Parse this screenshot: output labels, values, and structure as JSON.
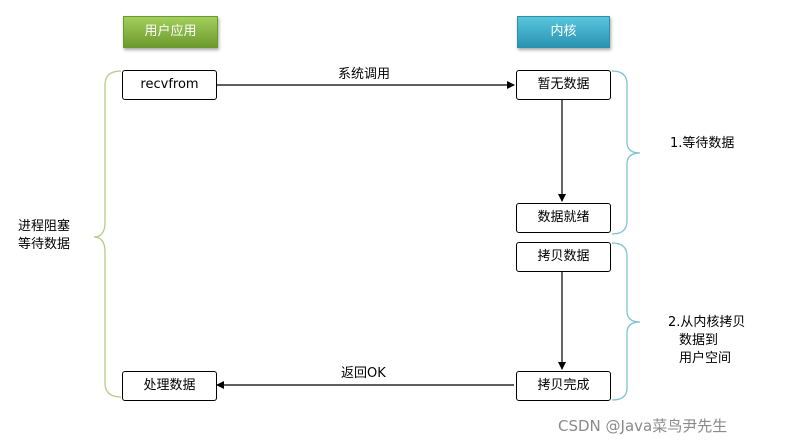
{
  "headers": {
    "user_app": "用户应用",
    "kernel": "内核"
  },
  "boxes": {
    "recvfrom": "recvfrom",
    "no_data": "暂无数据",
    "data_ready": "数据就绪",
    "copy_data": "拷贝数据",
    "copy_done": "拷贝完成",
    "process_data": "处理数据"
  },
  "labels": {
    "syscall": "系统调用",
    "return_ok": "返回OK",
    "blocked_line1": "进程阻塞",
    "blocked_line2": "等待数据",
    "phase1": "1.等待数据",
    "phase2_line1": "2.从内核拷贝",
    "phase2_line2": "数据到",
    "phase2_line3": "用户空间"
  },
  "watermark": "CSDN @Java菜鸟尹先生",
  "colors": {
    "user_header": "#8cbd47",
    "kernel_header": "#3fb0cc",
    "left_brace": "#b5cc85",
    "right_brace": "#7fc1d6"
  }
}
